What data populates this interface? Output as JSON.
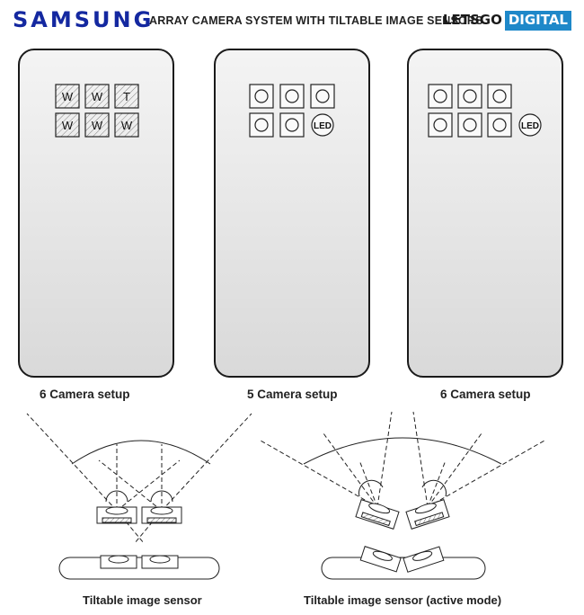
{
  "header": {
    "brand": "SAMSUNG",
    "title": "ARRAY CAMERA SYSTEM WITH TILTABLE IMAGE SENSORS",
    "logo_part1": "LETSGO",
    "logo_part2": "DIGITAL"
  },
  "phones": [
    {
      "label": "6 Camera setup",
      "modules": [
        "W",
        "W",
        "T",
        "W",
        "W",
        "W"
      ]
    },
    {
      "label": "5 Camera setup",
      "flash": "LED"
    },
    {
      "label": "6 Camera setup",
      "flash": "LED"
    }
  ],
  "captions": {
    "left": "Tiltable image sensor",
    "right": "Tiltable image sensor (active mode)"
  },
  "colors": {
    "brand_blue": "#1428a0",
    "logo_blue": "#1e88c9"
  }
}
